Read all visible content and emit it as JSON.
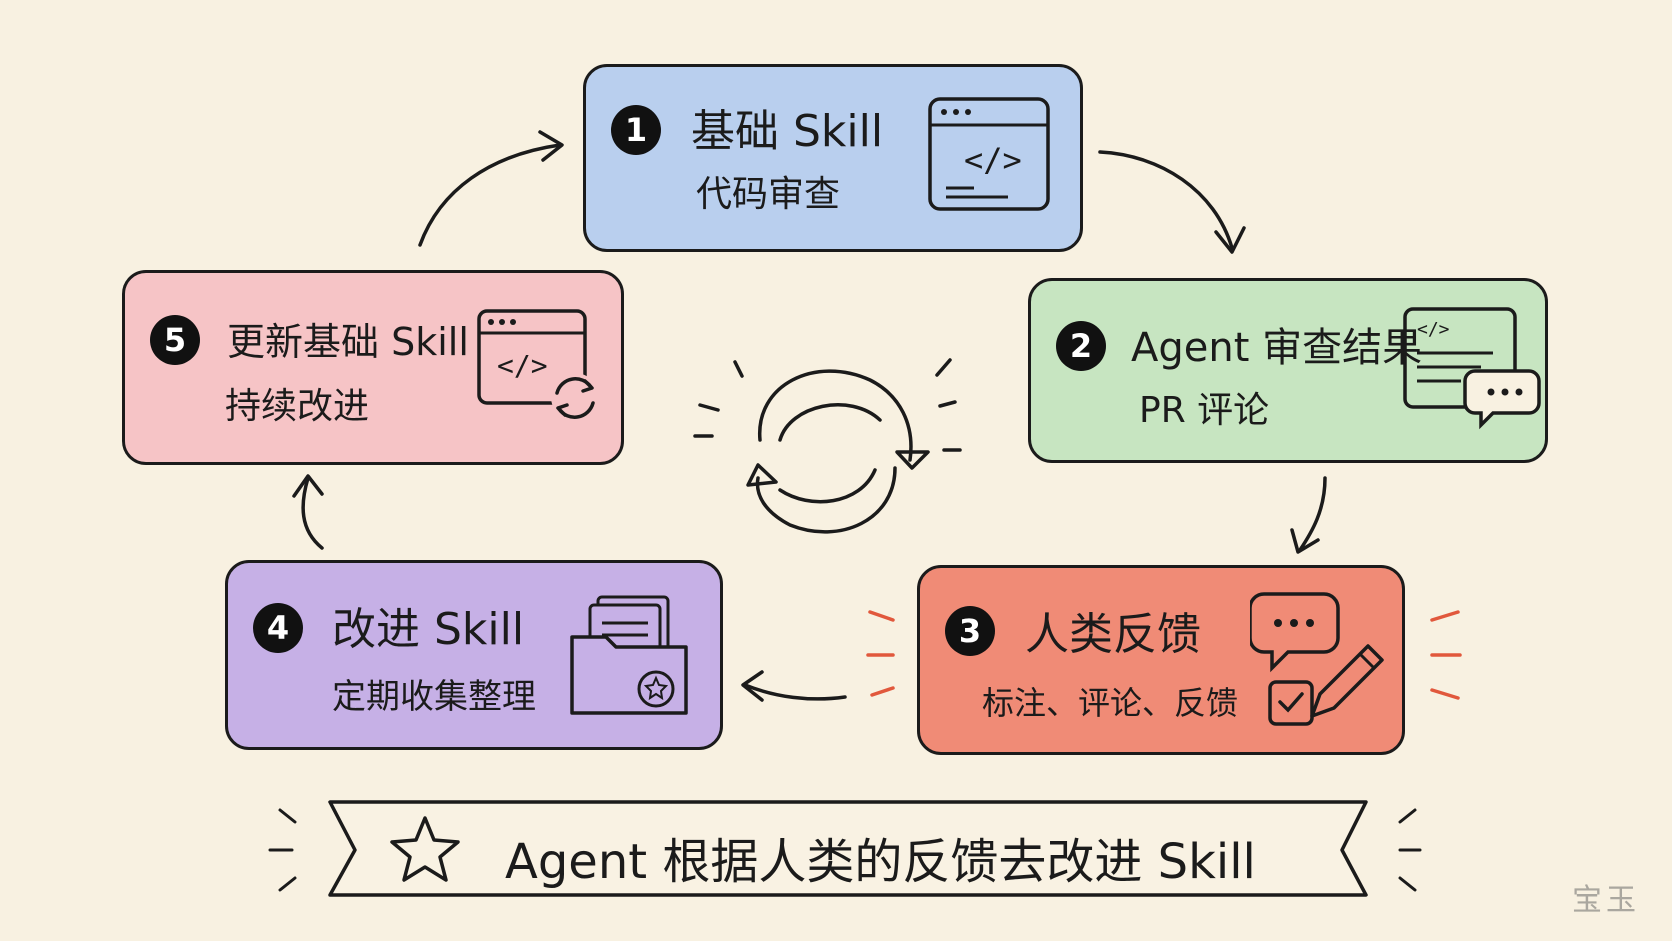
{
  "steps": [
    {
      "num": "1",
      "title": "基础 Skill",
      "subtitle": "代码审查",
      "icon": "code-window-icon",
      "color": "#b9cfee"
    },
    {
      "num": "2",
      "title": "Agent 审查结果",
      "subtitle": "PR 评论",
      "icon": "document-comment-icon",
      "color": "#c7e5c1"
    },
    {
      "num": "3",
      "title": "人类反馈",
      "subtitle": "标注、评论、反馈",
      "icon": "feedback-edit-icon",
      "color": "#f08b76"
    },
    {
      "num": "4",
      "title": "改进 Skill",
      "subtitle": "定期收集整理",
      "icon": "folder-star-icon",
      "color": "#c6b0e6"
    },
    {
      "num": "5",
      "title": "更新基础 Skill",
      "subtitle": "持续改进",
      "icon": "code-window-refresh-icon",
      "color": "#f6c4c6"
    }
  ],
  "center_icon": "cycle-refresh-icon",
  "banner": {
    "icon": "star-icon",
    "text": "Agent 根据人类的反馈去改进 Skill"
  },
  "signature": "宝玉"
}
